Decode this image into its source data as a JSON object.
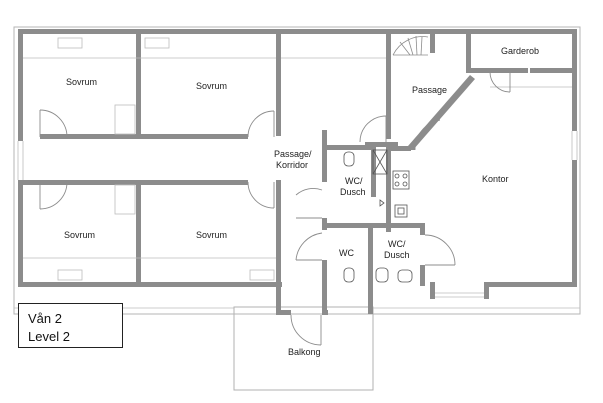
{
  "floor": {
    "label_sv": "Vån 2",
    "label_en": "Level 2"
  },
  "rooms": {
    "sovrum_1": "Sovrum",
    "sovrum_2": "Sovrum",
    "sovrum_3": "Sovrum",
    "sovrum_4": "Sovrum",
    "passage_korridor_1": "Passage/",
    "passage_korridor_2": "Korridor",
    "passage_top": "Passage",
    "garderob": "Garderob",
    "kontor": "Kontor",
    "wc_dusch_upper_1": "WC/",
    "wc_dusch_upper_2": "Dusch",
    "wc": "WC",
    "wc_dusch_lower_1": "WC/",
    "wc_dusch_lower_2": "Dusch",
    "balkong": "Balkong"
  },
  "colors": {
    "wall": "#8c8c8c",
    "thin_line": "#a8a8a8",
    "fixture": "#555555",
    "text": "#222222"
  }
}
